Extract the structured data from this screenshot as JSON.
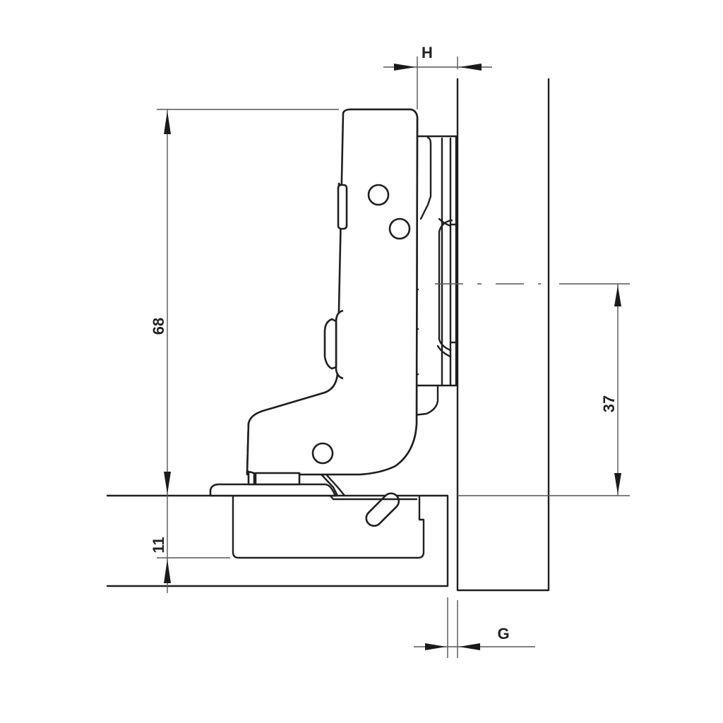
{
  "diagram": {
    "type": "technical-drawing",
    "subject": "concealed cabinet hinge side view with mounting plate",
    "line_color": "#1f1f1f",
    "background": "#ffffff"
  },
  "dimensions": {
    "height_68": "68",
    "depth_11": "11",
    "offset_37": "37",
    "overlay_H": "H",
    "gap_G": "G"
  }
}
